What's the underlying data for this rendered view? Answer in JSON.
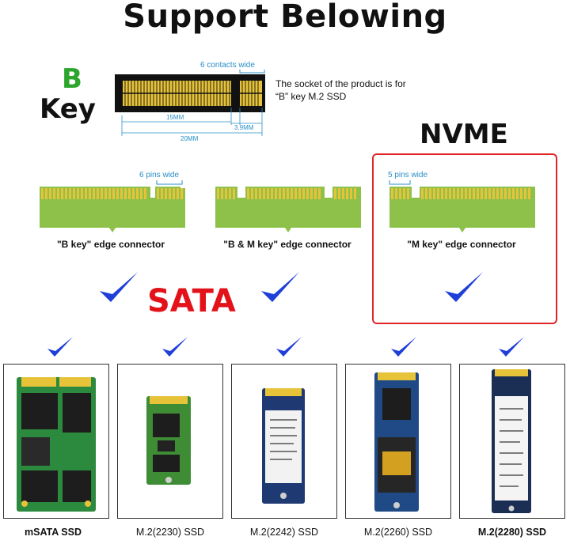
{
  "title": "Support Belowing",
  "bkey": {
    "letter": "B",
    "word": "Key",
    "contacts_label": "6 contacts wide",
    "dim_15": "15MM",
    "dim_39": "3.9MM",
    "dim_20": "20MM",
    "desc_line1": "The socket of the product is for",
    "desc_line2": "“B” key M.2 SSD"
  },
  "nvme_heading": "NVME",
  "sata_heading": "SATA",
  "connectors": [
    {
      "label": "\"B key\" edge connector",
      "pins_note": "6 pins wide"
    },
    {
      "label": "\"B & M key\" edge connector",
      "pins_note": ""
    },
    {
      "label": "\"M key\" edge connector",
      "pins_note": "5 pins wide"
    }
  ],
  "ssds": [
    {
      "label": "mSATA SSD",
      "bold": true
    },
    {
      "label": "M.2(2230) SSD",
      "bold": false
    },
    {
      "label": "M.2(2242) SSD",
      "bold": false
    },
    {
      "label": "M.2(2260) SSD",
      "bold": false
    },
    {
      "label": "M.2(2280) SSD",
      "bold": true
    }
  ],
  "colors": {
    "check": "#1f3fd8",
    "pcb": "#8dc14a",
    "gold": "#e7c33a",
    "nvme_box": "#e0262a",
    "sata_text": "#e3121a",
    "bkey_letter": "#2ca52c"
  }
}
